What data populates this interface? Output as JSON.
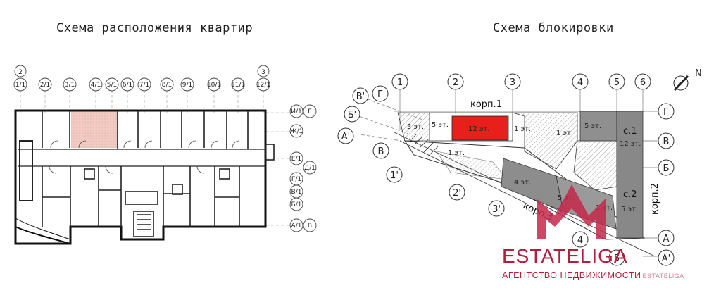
{
  "titles": {
    "apartments": "Схема расположения квартир",
    "blocking": "Схема блокировки"
  },
  "plan": {
    "top_axes_large": [
      "2",
      "3"
    ],
    "top_axes": [
      "1/1",
      "2/1",
      "3/1",
      "4/1",
      "5/1",
      "6/1",
      "7/1",
      "8/1",
      "9/1",
      "10/1",
      "11/1",
      "12/1"
    ],
    "side_axes": [
      "И/1",
      "Г",
      "Ж/1",
      "Е/1",
      "Д/1",
      "Г/1",
      "В/1",
      "Б/1",
      "А/1",
      "В"
    ],
    "highlight_color": "#f3c9c0"
  },
  "blocking": {
    "top_axes": [
      "1",
      "2",
      "3",
      "4",
      "5",
      "6"
    ],
    "right_axes": [
      "Г",
      "В",
      "Б",
      "А",
      "А'"
    ],
    "left_axes": [
      "В'",
      "Г",
      "Б'",
      "А'",
      "В"
    ],
    "bottom_axes": [
      "1'",
      "2'",
      "3'",
      "4",
      "5"
    ],
    "corp1": "корп.1",
    "corp2": "корп.2",
    "corp3": "корп.3",
    "floors": {
      "f3": "3 эт.",
      "f5a": "5 эт.",
      "f12": "12 эт.",
      "f1a": "1 эт.",
      "f1b": "1 эт.",
      "f1c": "1 эт.",
      "f5b": "5 эт.",
      "c1": "с.1",
      "c1f": "12 эт.",
      "f4": "4 эт.",
      "f5c": "5 эт.",
      "f1d": "1 эт.",
      "c2": "с.2",
      "c2f": "5 эт."
    },
    "north": "N",
    "highlight_color": "#e8201c"
  },
  "brand": {
    "name": "ESTATELIGA",
    "tagline": "АГЕНТСТВО НЕДВИЖИМОСТИ",
    "mini": "ESTATELIGA",
    "color": "#b31e3d"
  }
}
